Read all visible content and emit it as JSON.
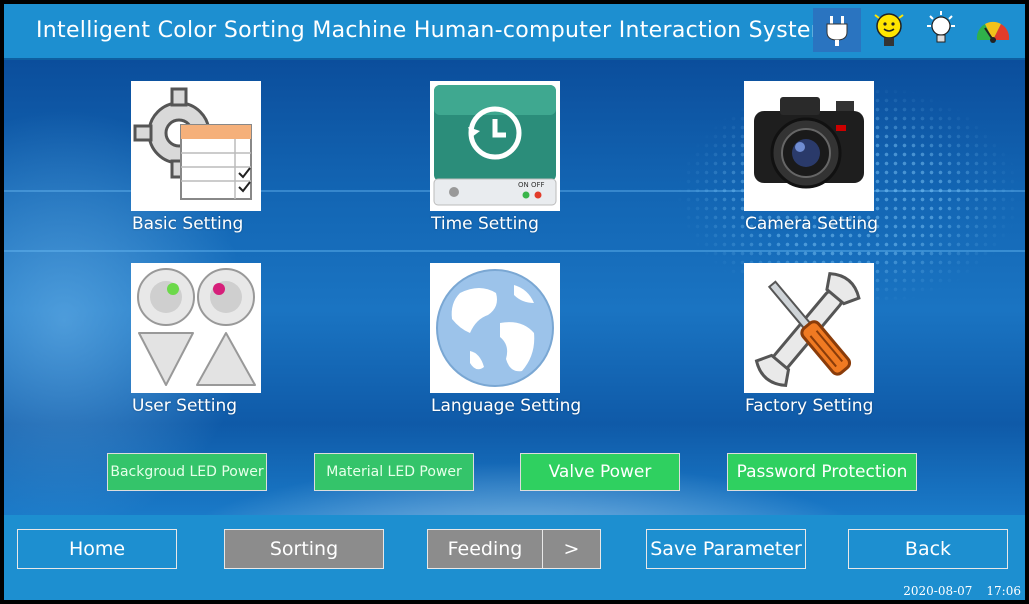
{
  "app": {
    "title": "Intelligent Color Sorting Machine Human-computer Interaction System"
  },
  "status_icons": [
    "plug-icon",
    "lightbulb-face-icon",
    "light-icon",
    "gauge-icon"
  ],
  "tiles": {
    "basic": "Basic Setting",
    "time": "Time Setting",
    "camera": "Camera Setting",
    "user": "User Setting",
    "language": "Language Setting",
    "factory": "Factory Setting"
  },
  "time_tile": {
    "switch_text": "ON OFF"
  },
  "power_buttons": {
    "background_led": "Backgroud LED Power",
    "material_led": "Material LED Power",
    "valve": "Valve Power",
    "password": "Password Protection"
  },
  "nav": {
    "home": "Home",
    "sorting": "Sorting",
    "feeding": "Feeding",
    "next": ">",
    "save": "Save Parameter",
    "back": "Back"
  },
  "footer": {
    "date": "2020-08-07",
    "time": "17:06"
  },
  "colors": {
    "title_bar": "#1d8fd0",
    "power_button": "#34c46a",
    "nav_selected": "#8c8c8c"
  }
}
